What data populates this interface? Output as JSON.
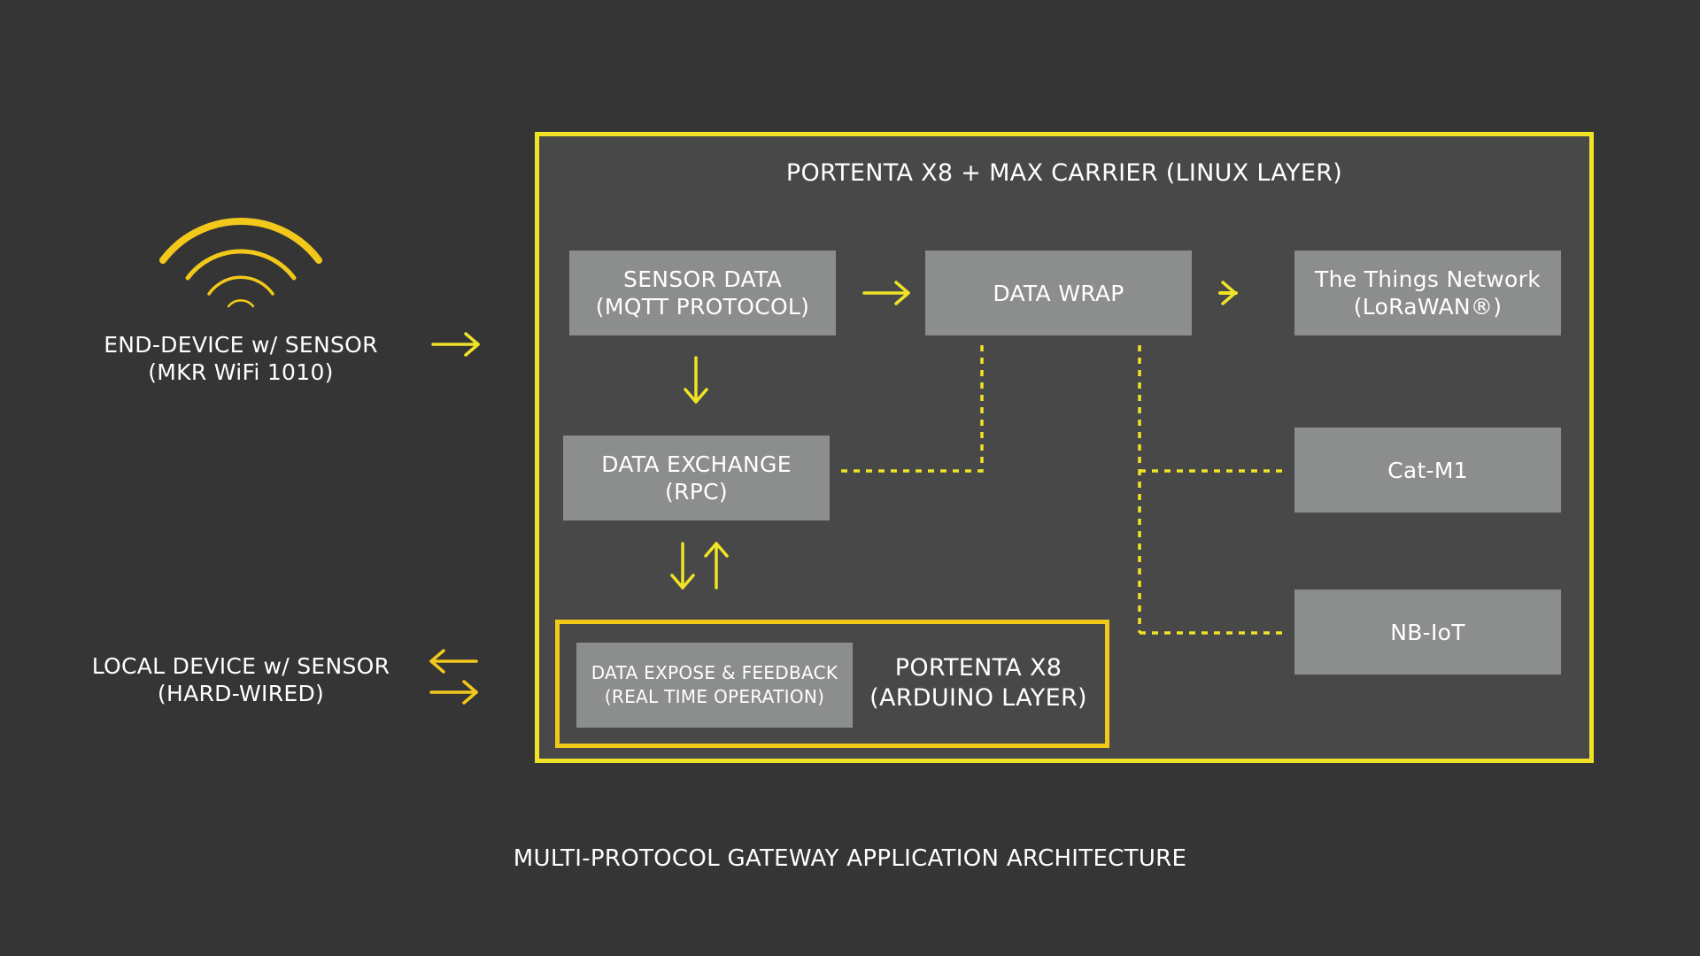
{
  "diagram": {
    "outer_title": "PORTENTA X8 + MAX CARRIER (LINUX LAYER)",
    "arduino_layer": {
      "line1": "PORTENTA X8",
      "line2": "(ARDUINO LAYER)"
    },
    "caption": "MULTI-PROTOCOL GATEWAY APPLICATION ARCHITECTURE",
    "nodes": {
      "sensor_data": {
        "line1": "SENSOR DATA",
        "line2": "(MQTT PROTOCOL)"
      },
      "data_wrap": {
        "line1": "DATA WRAP"
      },
      "things_network": {
        "line1": "The Things Network",
        "line2": "(LoRaWAN®)"
      },
      "data_exchange": {
        "line1": "DATA EXCHANGE",
        "line2": "(RPC)"
      },
      "cat_m1": {
        "line1": "Cat-M1"
      },
      "nb_iot": {
        "line1": "NB-IoT"
      },
      "data_expose": {
        "line1": "DATA EXPOSE & FEEDBACK",
        "line2": "(REAL TIME OPERATION)"
      }
    },
    "external": {
      "end_device": {
        "line1": "END-DEVICE w/ SENSOR",
        "line2": "(MKR WiFi 1010)",
        "icon": "wifi-icon"
      },
      "local_device": {
        "line1": "LOCAL DEVICE w/ SENSOR",
        "line2": "(HARD-WIRED)"
      }
    },
    "colors": {
      "background": "#353535",
      "outer_panel": "#484848",
      "box": "#8c8d8d",
      "accent_yellow": "#f0e227",
      "accent_gold": "#f2c81a",
      "text": "#ffffff"
    }
  }
}
